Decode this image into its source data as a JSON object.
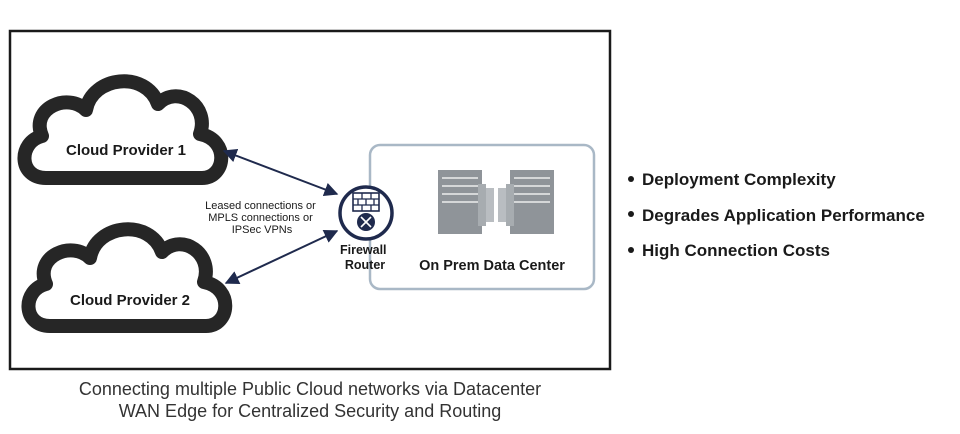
{
  "diagram": {
    "clouds": [
      {
        "label": "Cloud Provider 1"
      },
      {
        "label": "Cloud Provider 2"
      }
    ],
    "connection_label": [
      "Leased connections or",
      "MPLS connections or",
      "IPSec VPNs"
    ],
    "router_label": [
      "Firewall",
      "Router"
    ],
    "datacenter_label": "On Prem Data Center",
    "colors": {
      "frame": "#1a1a1a",
      "cloud_stroke": "#262626",
      "arrow": "#1f2a4d",
      "dc_border": "#a9b8c6",
      "server": "#8f9499"
    }
  },
  "bullets": [
    "Deployment Complexity",
    "Degrades Application Performance",
    "High Connection Costs"
  ],
  "caption": [
    "Connecting multiple Public Cloud networks via Datacenter",
    "WAN Edge for Centralized Security and Routing"
  ]
}
